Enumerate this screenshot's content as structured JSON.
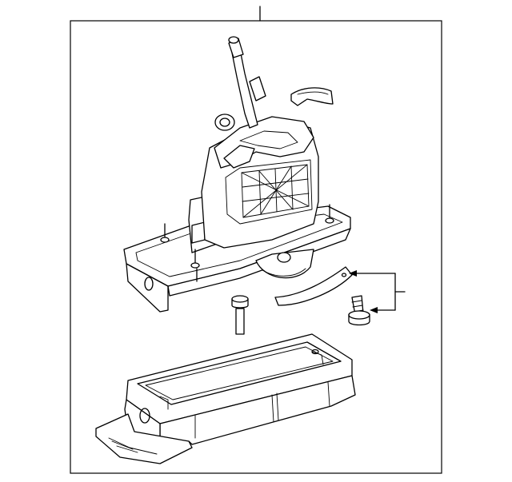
{
  "diagram": {
    "parts": [
      {
        "name": "shifter-assembly"
      },
      {
        "name": "shift-lever"
      },
      {
        "name": "shift-knob-cover"
      },
      {
        "name": "mounting-bolt"
      },
      {
        "name": "trim-seal-strip"
      },
      {
        "name": "retaining-screw"
      },
      {
        "name": "shifter-base-bracket"
      }
    ],
    "frame_color": "#000000",
    "background_color": "#ffffff"
  }
}
